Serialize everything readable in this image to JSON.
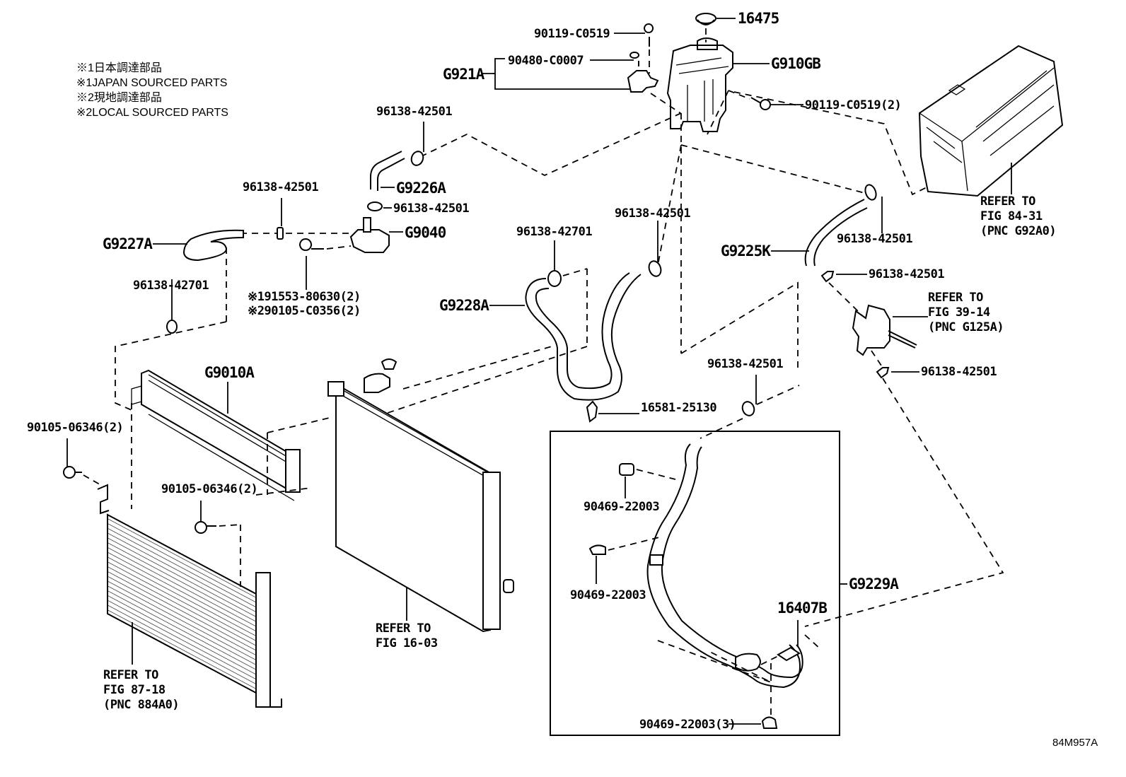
{
  "notes": {
    "line1": "※1日本調達部品",
    "line2": "※1JAPAN SOURCED PARTS",
    "line3": "※2現地調達部品",
    "line4": "※2LOCAL SOURCED PARTS"
  },
  "figure_id": "84M957A",
  "labels": {
    "p16475": "16475",
    "p90119_top": "90119-C0519",
    "p90480": "90480-C0007",
    "g921a": "G921A",
    "g910gb": "G910GB",
    "p90119_2": "90119-C0519(2)",
    "clamp_upper_left": "96138-42501",
    "g9226a": "G9226A",
    "clamp_pump_top": "96138-42501",
    "clamp_mid_left": "96138-42501",
    "g9040": "G9040",
    "g9227a": "G9227A",
    "bolt_pump_1": "※191553-80630(2)",
    "bolt_pump_2": "※290105-C0356(2)",
    "clamp_g9227a": "96138-42701",
    "clamp_g9228a": "96138-42701",
    "clamp_g9228a_right": "96138-42501",
    "g9228a": "G9228A",
    "clamp_inverter": "96138-42501",
    "g9225k": "G9225K",
    "clamp_g9225k_lower": "96138-42501",
    "clamp_g125a_lower": "96138-42501",
    "clamp_g9229a_top": "96138-42501",
    "p16581": "16581-25130",
    "g9010a": "G9010A",
    "bolt_left": "90105-06346(2)",
    "bolt_center": "90105-06346(2)",
    "clip_1": "90469-22003",
    "clip_2": "90469-22003",
    "clip_3": "90469-22003(3)",
    "p16407b": "16407B",
    "g9229a": "G9229A"
  },
  "references": {
    "inverter": "REFER TO\nFIG 84-31\n(PNC G92A0)",
    "pump_g125a": "REFER TO\nFIG 39-14\n(PNC G125A)",
    "radiator": "REFER TO\nFIG 16-03",
    "condenser": "REFER TO\nFIG 87-18\n(PNC 884A0)"
  },
  "parts": [
    {
      "name": "reservoir-cap",
      "part_no": "16475"
    },
    {
      "name": "reservoir-tank",
      "part_no": "G910GB"
    },
    {
      "name": "reservoir-bracket-assembly",
      "part_no": "G921A"
    },
    {
      "name": "electric-water-pump",
      "part_no": "G9040"
    },
    {
      "name": "hose-g9226a",
      "part_no": "G9226A"
    },
    {
      "name": "hose-g9227a",
      "part_no": "G9227A"
    },
    {
      "name": "hose-g9228a",
      "part_no": "G9228A"
    },
    {
      "name": "hose-g9225k",
      "part_no": "G9225K"
    },
    {
      "name": "hose-assembly-g9229a",
      "part_no": "G9229A"
    },
    {
      "name": "intercooler-radiator",
      "part_no": "G9010A"
    },
    {
      "name": "main-radiator",
      "reference": "FIG 16-03"
    },
    {
      "name": "condenser",
      "reference": "FIG 87-18 (PNC 884A0)"
    },
    {
      "name": "inverter",
      "reference": "FIG 84-31 (PNC G92A0)"
    }
  ]
}
